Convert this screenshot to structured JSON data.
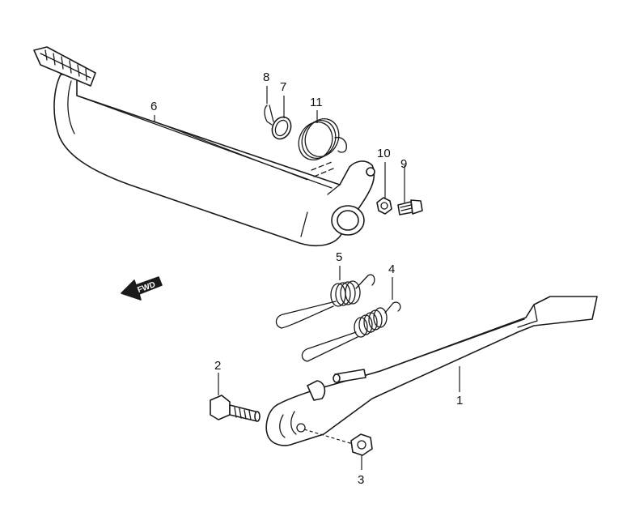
{
  "callouts": [
    {
      "id": "1",
      "label": "1"
    },
    {
      "id": "2",
      "label": "2"
    },
    {
      "id": "3",
      "label": "3"
    },
    {
      "id": "4",
      "label": "4"
    },
    {
      "id": "5",
      "label": "5"
    },
    {
      "id": "6",
      "label": "6"
    },
    {
      "id": "7",
      "label": "7"
    },
    {
      "id": "8",
      "label": "8"
    },
    {
      "id": "9",
      "label": "9"
    },
    {
      "id": "10",
      "label": "10"
    },
    {
      "id": "11",
      "label": "11"
    }
  ],
  "direction_badge": {
    "label": "FWD"
  },
  "colors": {
    "line": "#1a1a1a",
    "background": "#ffffff"
  }
}
